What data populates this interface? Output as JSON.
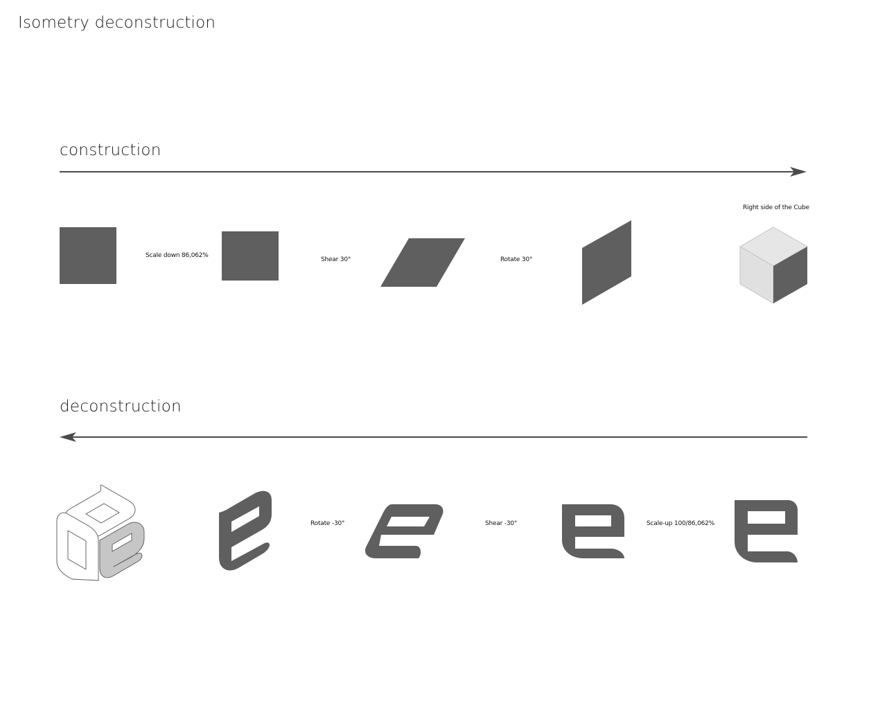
{
  "title": "Isometry deconstruction",
  "construction": {
    "heading": "construction",
    "steps": [
      "Scale down 86,062%",
      "Shear 30°",
      "Rotate 30°"
    ],
    "note": "Right side of the Cube"
  },
  "deconstruction": {
    "heading": "deconstruction",
    "steps": [
      "Rotate -30°",
      "Shear -30°",
      "Scale-up 100/86,062%"
    ]
  },
  "colors": {
    "shape_fill": "#5f5f5f",
    "cube_light": "#e0e0e0",
    "cube_outline": "#bdbdbd",
    "arrow": "#4a4a4a"
  }
}
